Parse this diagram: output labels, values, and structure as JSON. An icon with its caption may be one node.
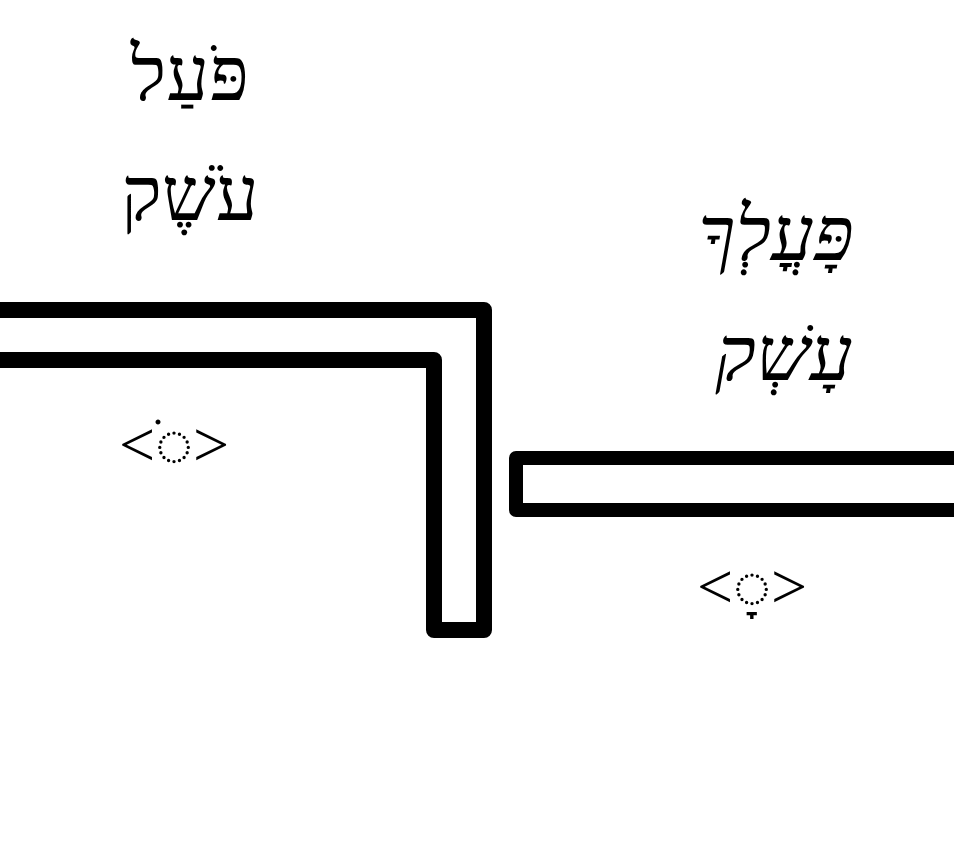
{
  "diagram": {
    "labels": [
      "פֹּעַל",
      "עֹשֶׁק",
      "<◌ֹ>",
      "פָּעֳלְךָ",
      "עָשְׁק",
      "<◌ָ>"
    ]
  }
}
